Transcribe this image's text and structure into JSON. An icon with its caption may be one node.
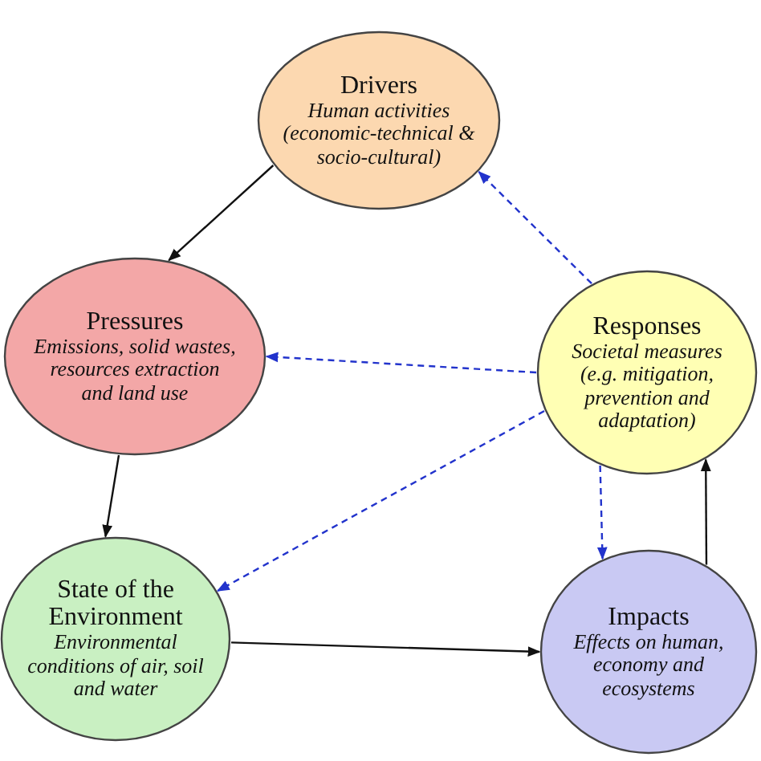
{
  "diagram": {
    "nodes": [
      {
        "text": [
          "Drivers",
          "Human activities (economic-technical & socio-cultural)"
        ]
      },
      {
        "text": [
          "Pressures",
          "Emissions, solid wastes, resources extraction and land use"
        ]
      },
      {
        "text": [
          "Responses",
          "Societal measures (e.g. mitigation, prevention and adaptation)"
        ]
      },
      {
        "text": [
          "State of the Environment",
          "Environmental conditions of air, soil and water"
        ]
      },
      {
        "text": [
          "Impacts",
          "Effects on human, economy and ecosystems"
        ]
      }
    ],
    "edges": [
      {
        "from": 0,
        "to": 1,
        "arrow": "to"
      },
      {
        "from": 1,
        "to": 3,
        "arrow": "to"
      },
      {
        "from": 3,
        "to": 4,
        "arrow": "to"
      },
      {
        "from": 4,
        "to": 2,
        "arrow": "to"
      },
      {
        "from": 2,
        "to": 0,
        "arrow": "to",
        "style": "dashed",
        "color": "#2233cc"
      },
      {
        "from": 2,
        "to": 1,
        "arrow": "to",
        "style": "dashed",
        "color": "#2233cc"
      },
      {
        "from": 2,
        "to": 3,
        "arrow": "to",
        "style": "dashed",
        "color": "#2233cc"
      },
      {
        "from": 2,
        "to": 4,
        "arrow": "to",
        "style": "dashed",
        "color": "#2233cc"
      }
    ]
  }
}
